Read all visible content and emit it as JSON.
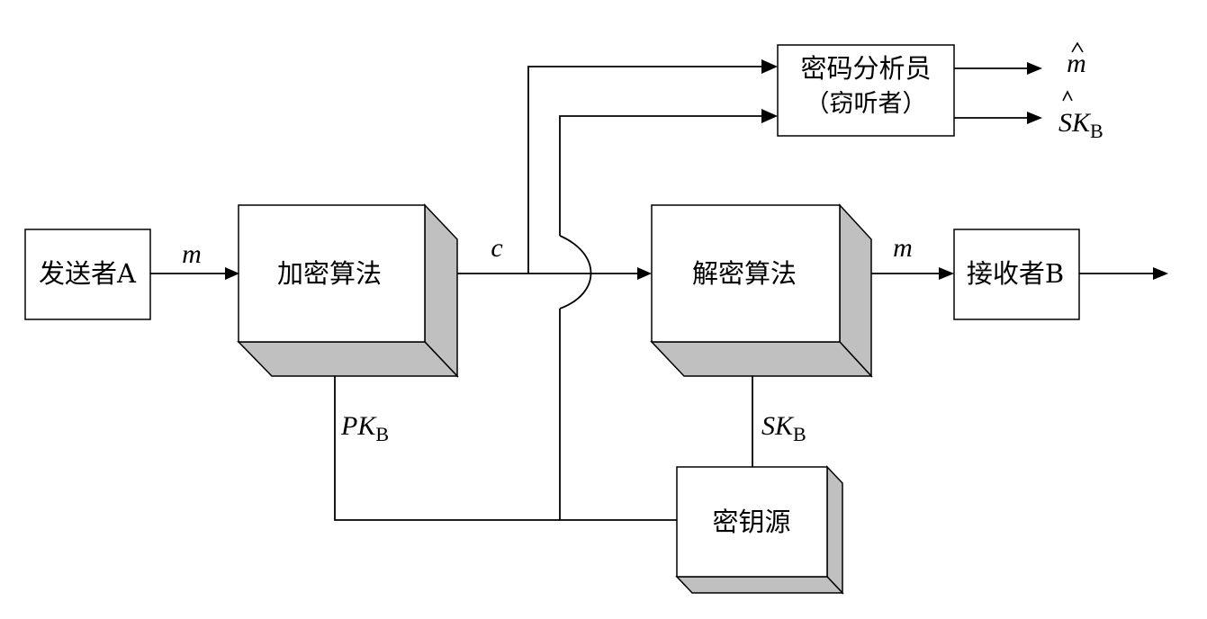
{
  "colors": {
    "line": "#000000",
    "box_fill": "#ffffff",
    "shade_side": "#c0c0c0",
    "shade_bottom": "#c0c0c0"
  },
  "nodes": {
    "sender": "发送者A",
    "encrypt": "加密算法",
    "decrypt": "解密算法",
    "receiver": "接收者B",
    "analyst_line1": "密码分析员",
    "analyst_line2": "（窃听者）",
    "keysource": "密钥源"
  },
  "labels": {
    "m_plain": "m",
    "c_cipher": "c",
    "m_decrypted": "m",
    "m_hat": "m",
    "sk_hat_main": "SK",
    "sk_hat_sub": "B",
    "pk_main": "PK",
    "pk_sub": "B",
    "sk_main": "SK",
    "sk_sub": "B"
  }
}
